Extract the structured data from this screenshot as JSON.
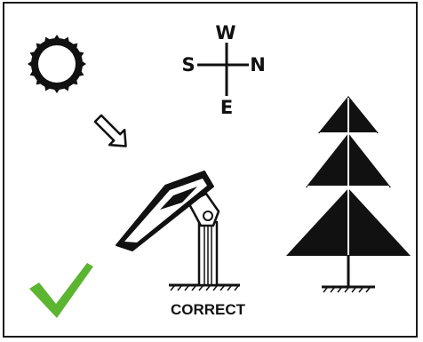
{
  "compass": {
    "north": "N",
    "south": "S",
    "east": "E",
    "west": "W"
  },
  "caption": "CORRECT",
  "icons": {
    "sun": "sun-icon",
    "arrow": "sunlight-arrow-icon",
    "panel": "solar-panel-icon",
    "tree": "tree-icon",
    "check": "checkmark-icon"
  },
  "colors": {
    "ink": "#111111",
    "check": "#5cb531",
    "frame": "#1a1a1a"
  }
}
